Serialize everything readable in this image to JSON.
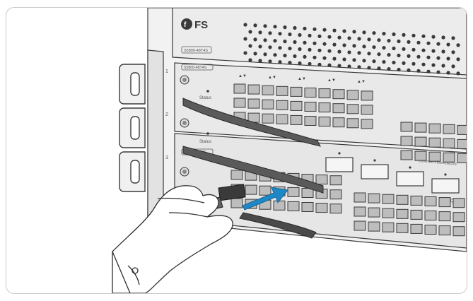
{
  "chassis": {
    "brand_logo": "FS",
    "model_badge_top": "S5800-48T4S",
    "slot_numbers": [
      "1",
      "2",
      "3"
    ],
    "slot_badges": [
      "S5800-48T4S",
      "S5800-48T4S"
    ],
    "status_labels": [
      "Status",
      "Status"
    ],
    "module_caption_upper": "Ethernet Fiber/Electric",
    "module_caption_lower": "QSFP",
    "port_arrow_glyph": "▲▼"
  },
  "illustration": {
    "palette": {
      "outline": "#3a3a3a",
      "panel": "#e9e9e9",
      "panel_dark": "#cfcfcf",
      "port_fill": "#bdbdbd",
      "arrow": "#1e88c7",
      "cable": "#555555"
    },
    "icons": [
      "insert-arrow-icon",
      "hand-icon",
      "cable-connector-icon",
      "cable-tie-icon"
    ]
  }
}
